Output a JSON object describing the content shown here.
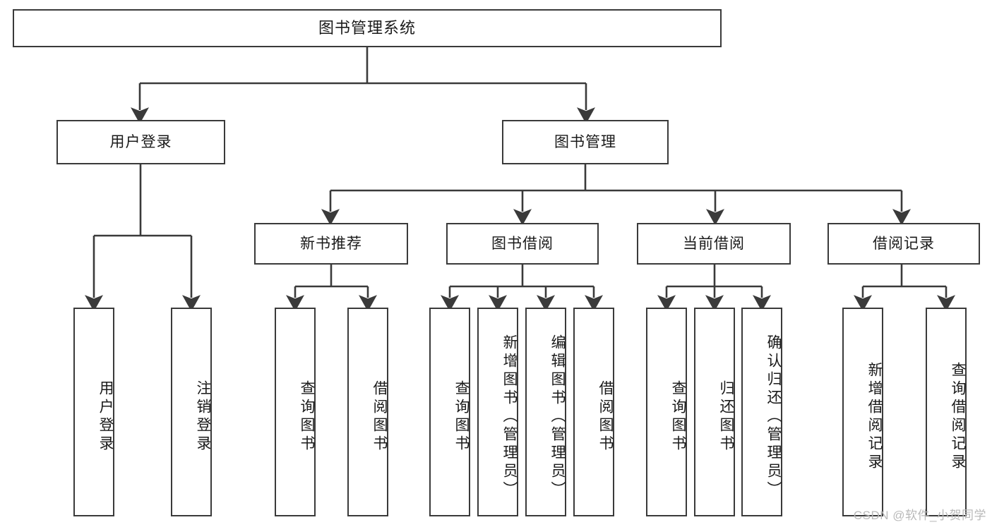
{
  "diagram": {
    "title": "图书管理系统",
    "type": "tree-hierarchy-diagram",
    "watermark": "CSDN @软件_小贺同学",
    "colors": {
      "stroke": "#3a3a3a",
      "fill": "#ffffff",
      "text": "#1a1a1a",
      "watermark": "#b9b9b9"
    }
  },
  "nodes": {
    "root": {
      "label": "图书管理系统"
    },
    "level2": [
      {
        "label": "用户登录"
      },
      {
        "label": "图书管理"
      }
    ],
    "level3": [
      {
        "label": "新书推荐"
      },
      {
        "label": "图书借阅"
      },
      {
        "label": "当前借阅"
      },
      {
        "label": "借阅记录"
      }
    ],
    "leaves": [
      {
        "label": "用户登录",
        "parent": "用户登录"
      },
      {
        "label": "注销登录",
        "parent": "用户登录"
      },
      {
        "label": "查询图书",
        "parent": "新书推荐"
      },
      {
        "label": "借阅图书",
        "parent": "新书推荐"
      },
      {
        "label": "查询图书",
        "parent": "图书借阅"
      },
      {
        "label": "新增图书（管理员）",
        "parent": "图书借阅"
      },
      {
        "label": "编辑图书（管理员）",
        "parent": "图书借阅"
      },
      {
        "label": "借阅图书",
        "parent": "图书借阅"
      },
      {
        "label": "查询图书",
        "parent": "当前借阅"
      },
      {
        "label": "归还图书",
        "parent": "当前借阅"
      },
      {
        "label": "确认归还（管理员）",
        "parent": "当前借阅"
      },
      {
        "label": "新增借阅记录",
        "parent": "借阅记录"
      },
      {
        "label": "查询借阅记录",
        "parent": "借阅记录"
      }
    ]
  }
}
